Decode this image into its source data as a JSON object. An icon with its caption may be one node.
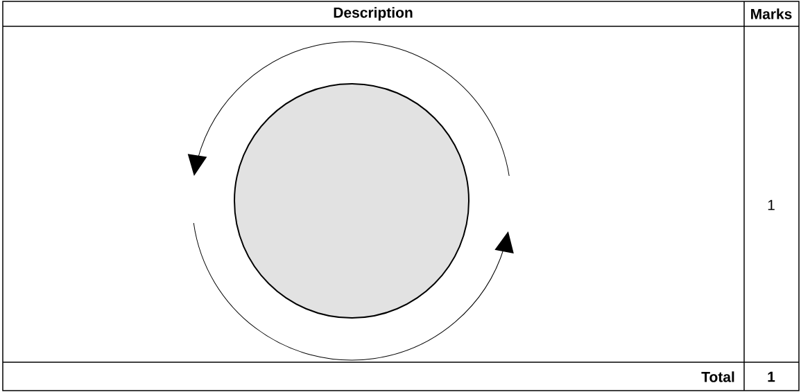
{
  "diagram": {
    "labels": [
      "Description",
      "Marks",
      "1",
      "Total",
      "1"
    ]
  }
}
